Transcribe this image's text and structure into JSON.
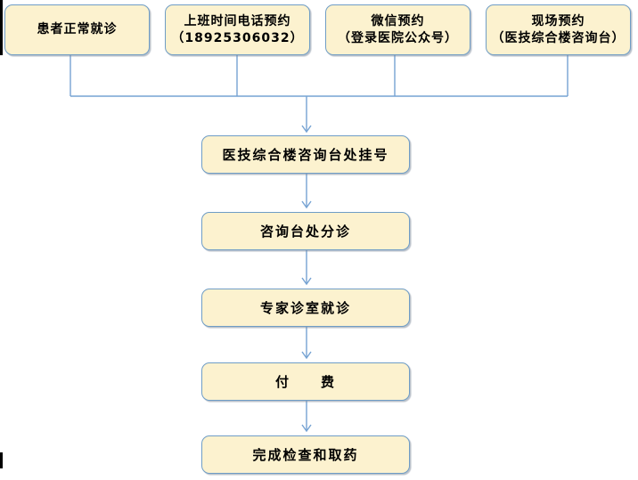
{
  "colors": {
    "page_bg": "#FFFFFF",
    "node_fill": "#FCF2CF",
    "node_border": "#6F9DC6",
    "connector": "#76A3D3",
    "text": "#000000",
    "border_fragment": "#000000"
  },
  "flowchart": {
    "entry_nodes": [
      {
        "id": "normal-visit",
        "lines": [
          "患者正常就诊"
        ]
      },
      {
        "id": "phone-appointment",
        "lines": [
          "上班时间电话预约",
          "（18925306032）"
        ]
      },
      {
        "id": "wechat-appointment",
        "lines": [
          "微信预约",
          "（登录医院公众号）"
        ]
      },
      {
        "id": "onsite-appointment",
        "lines": [
          "现场预约",
          "（医技综合楼咨询台）"
        ]
      }
    ],
    "sequence_nodes": [
      {
        "id": "register",
        "label": "医技综合楼咨询台处挂号"
      },
      {
        "id": "triage",
        "label": "咨询台处分诊"
      },
      {
        "id": "expert-clinic",
        "label": "专家诊室就诊"
      },
      {
        "id": "payment",
        "label": "付　　费"
      },
      {
        "id": "complete",
        "label": "完成检查和取药"
      }
    ]
  }
}
